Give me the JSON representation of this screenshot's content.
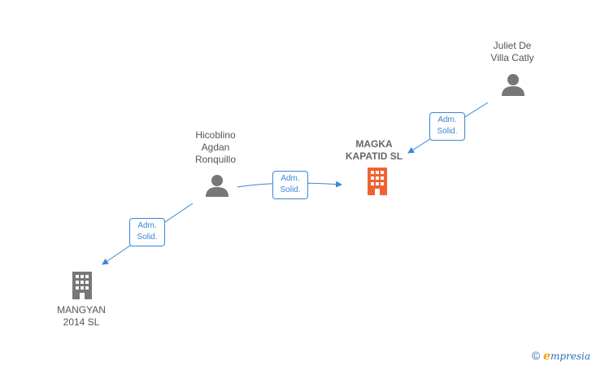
{
  "colors": {
    "edge": "#3d86d8",
    "person": "#777777",
    "company_default": "#777777",
    "company_focus": "#f06233"
  },
  "nodes": {
    "juliet": {
      "label": "Juliet De\nVilla Catly",
      "icon": "person-icon"
    },
    "hicoblino": {
      "label": "Hicoblino\nAgdan\nRonquillo",
      "icon": "person-icon"
    },
    "magka": {
      "label": "MAGKA\nKAPATID  SL",
      "icon": "building-icon"
    },
    "mangyan": {
      "label": "MANGYAN\n2014  SL",
      "icon": "building-icon"
    }
  },
  "edges": {
    "juliet_magka": {
      "label": "Adm.\nSolid."
    },
    "hicoblino_magka": {
      "label": "Adm.\nSolid."
    },
    "hicoblino_mangyan": {
      "label": "Adm.\nSolid."
    }
  },
  "brand": {
    "copyright": "©",
    "initial": "e",
    "rest": "mpresia"
  }
}
